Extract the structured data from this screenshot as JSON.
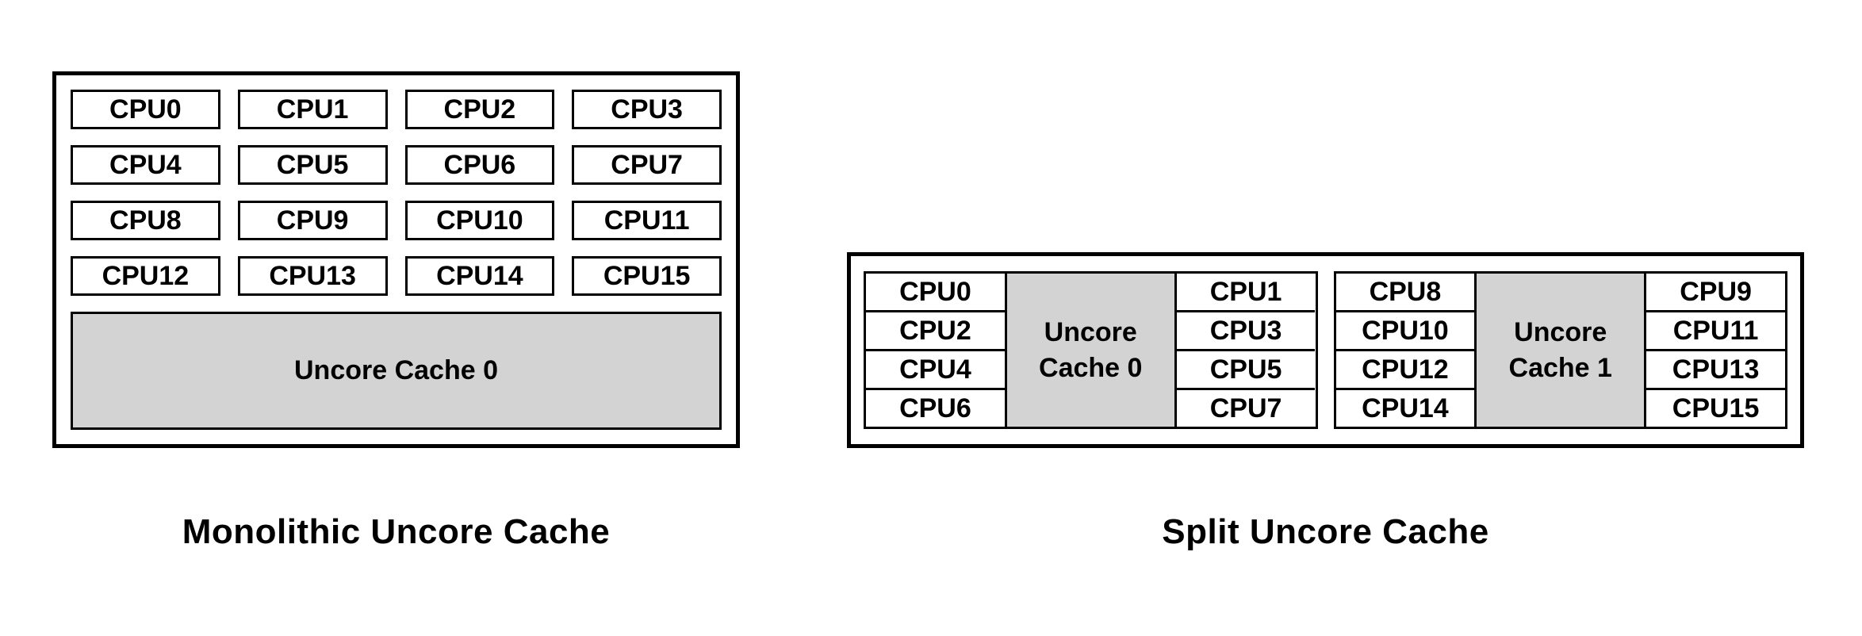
{
  "colors": {
    "background": "#ffffff",
    "border": "#000000",
    "cache_fill": "#d3d3d3",
    "text": "#000000"
  },
  "monolithic": {
    "caption": "Monolithic Uncore Cache",
    "cpus": [
      "CPU0",
      "CPU1",
      "CPU2",
      "CPU3",
      "CPU4",
      "CPU5",
      "CPU6",
      "CPU7",
      "CPU8",
      "CPU9",
      "CPU10",
      "CPU11",
      "CPU12",
      "CPU13",
      "CPU14",
      "CPU15"
    ],
    "cache_label": "Uncore Cache 0"
  },
  "split": {
    "caption": "Split Uncore Cache",
    "groups": [
      {
        "left_cpus": [
          "CPU0",
          "CPU2",
          "CPU4",
          "CPU6"
        ],
        "cache_label": "Uncore Cache 0",
        "right_cpus": [
          "CPU1",
          "CPU3",
          "CPU5",
          "CPU7"
        ]
      },
      {
        "left_cpus": [
          "CPU8",
          "CPU10",
          "CPU12",
          "CPU14"
        ],
        "cache_label": "Uncore Cache 1",
        "right_cpus": [
          "CPU9",
          "CPU11",
          "CPU13",
          "CPU15"
        ]
      }
    ]
  }
}
